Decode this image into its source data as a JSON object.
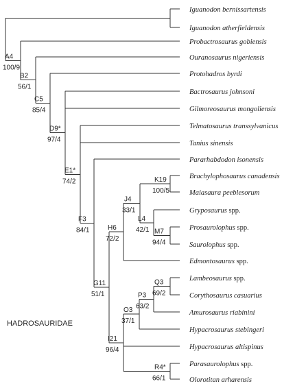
{
  "tree": {
    "taxa": [
      {
        "id": "ibern",
        "label": "Iguanodon bernissartensis",
        "suffix": ""
      },
      {
        "id": "iath",
        "label": "Iguanodon atherfieldensis",
        "suffix": ""
      },
      {
        "id": "prob",
        "label": "Probactrosaurus gobiensis",
        "suffix": ""
      },
      {
        "id": "oura",
        "label": "Ouranosaurus nigeriensis",
        "suffix": ""
      },
      {
        "id": "prot",
        "label": "Protohadros byrdi",
        "suffix": ""
      },
      {
        "id": "bact",
        "label": "Bactrosaurus johnsoni",
        "suffix": ""
      },
      {
        "id": "gilm",
        "label": "Gilmoreosaurus mongoliensis",
        "suffix": ""
      },
      {
        "id": "telm",
        "label": "Telmatosaurus transsylvanicus",
        "suffix": ""
      },
      {
        "id": "tani",
        "label": "Tanius sinensis",
        "suffix": ""
      },
      {
        "id": "para",
        "label": "Pararhabdodon isonensis",
        "suffix": ""
      },
      {
        "id": "brac",
        "label": "Brachylophosaurus canadensis",
        "suffix": ""
      },
      {
        "id": "maia",
        "label": "Maiasaura peeblesorum",
        "suffix": ""
      },
      {
        "id": "gryp",
        "label": "Gryposaurus",
        "suffix": " spp."
      },
      {
        "id": "pros",
        "label": "Prosaurolophus",
        "suffix": " spp."
      },
      {
        "id": "saur",
        "label": "Saurolophus",
        "suffix": " spp."
      },
      {
        "id": "edmo",
        "label": "Edmontosaurus",
        "suffix": " spp."
      },
      {
        "id": "lamb",
        "label": "Lambeosaurus",
        "suffix": " spp."
      },
      {
        "id": "cory",
        "label": "Corythosaurus casuarius",
        "suffix": ""
      },
      {
        "id": "amur",
        "label": "Amurosaurus riabinini",
        "suffix": ""
      },
      {
        "id": "hste",
        "label": "Hypacrosaurus stebingeri",
        "suffix": ""
      },
      {
        "id": "halt",
        "label": "Hypacrosaurus altispinus",
        "suffix": ""
      },
      {
        "id": "pspp",
        "label": "Parasaurolophus",
        "suffix": " spp."
      },
      {
        "id": "olor",
        "label": "Olorotitan arharensis",
        "suffix": ""
      }
    ],
    "nodes": [
      {
        "id": "root",
        "name": "",
        "support": ""
      },
      {
        "id": "A4",
        "name": "A4",
        "support": "100/9"
      },
      {
        "id": "B2",
        "name": "B2",
        "support": "56/1"
      },
      {
        "id": "C5",
        "name": "C5",
        "support": "85/4"
      },
      {
        "id": "D9",
        "name": "D9*",
        "support": "97/4"
      },
      {
        "id": "E1",
        "name": "E1*",
        "support": "74/2"
      },
      {
        "id": "F3",
        "name": "F3",
        "support": "84/1"
      },
      {
        "id": "G11",
        "name": "G11",
        "support": "51/1"
      },
      {
        "id": "H6",
        "name": "H6",
        "support": "72/2"
      },
      {
        "id": "J4",
        "name": "J4",
        "support": "33/1"
      },
      {
        "id": "K19",
        "name": "K19",
        "support": "100/5"
      },
      {
        "id": "L4",
        "name": "L4",
        "support": "42/1"
      },
      {
        "id": "M7",
        "name": "M7",
        "support": "94/4"
      },
      {
        "id": "I21",
        "name": "I21",
        "support": "96/4"
      },
      {
        "id": "O3",
        "name": "O3",
        "support": "37/1"
      },
      {
        "id": "P3",
        "name": "P3",
        "support": "63/2"
      },
      {
        "id": "Q3",
        "name": "Q3",
        "support": "69/2"
      },
      {
        "id": "R4",
        "name": "R4*",
        "support": "66/1"
      }
    ],
    "clade_labels": [
      {
        "id": "hadro",
        "text": "HADROSAURIDAE"
      }
    ]
  }
}
